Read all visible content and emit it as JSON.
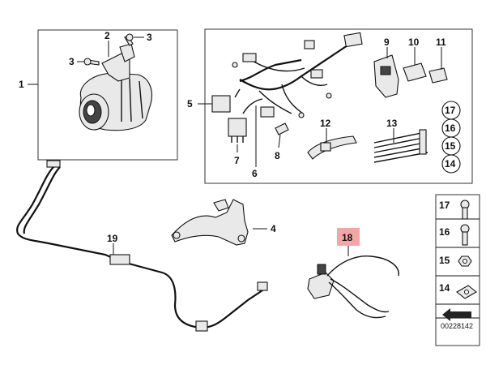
{
  "diagram": {
    "callouts": {
      "c1": "1",
      "c2": "2",
      "c3a": "3",
      "c3b": "3",
      "c4": "4",
      "c5": "5",
      "c6": "6",
      "c7": "7",
      "c8": "8",
      "c9": "9",
      "c10": "10",
      "c11": "11",
      "c12": "12",
      "c13": "13",
      "c14a": "14",
      "c15a": "15",
      "c16a": "16",
      "c17a": "17",
      "c14b": "14",
      "c15b": "15",
      "c16b": "16",
      "c17b": "17",
      "c18": "18",
      "c19": "19"
    },
    "highlighted_part": "18",
    "highlight_color": "#f4a6a6",
    "document_id": "00228142"
  }
}
